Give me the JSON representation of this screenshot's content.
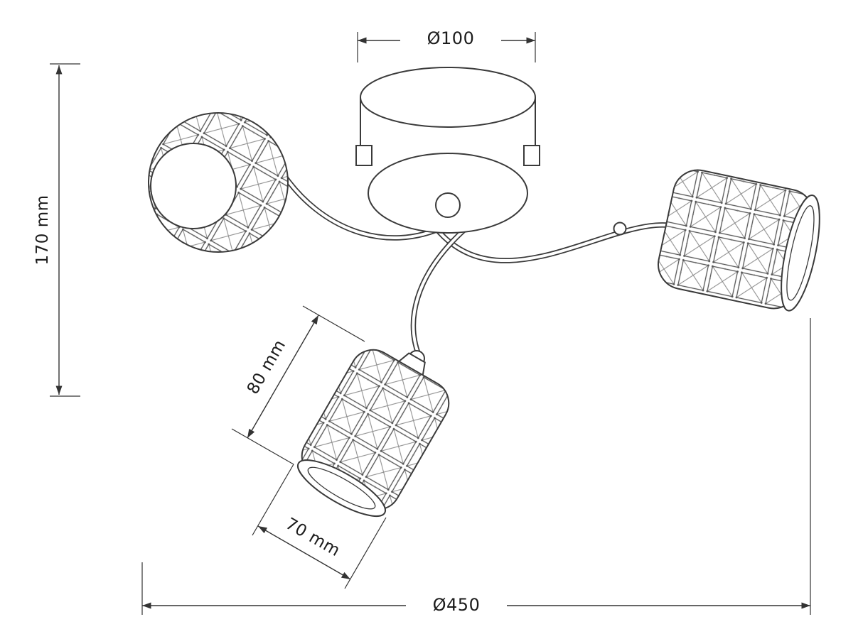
{
  "page": {
    "background": "#ffffff"
  },
  "drawing": {
    "subject": "three-arm ceiling light fixture with crystal shades, dimensional line drawing",
    "line_color": "#3a3a3a",
    "dimension_color": "#333333"
  },
  "dimensions": {
    "canopy_diameter": {
      "label": "Ø100"
    },
    "fixture_height": {
      "label": "170 mm"
    },
    "shade_length": {
      "label": "80 mm"
    },
    "shade_width": {
      "label": "70 mm"
    },
    "fixture_diameter": {
      "label": "Ø450"
    }
  }
}
